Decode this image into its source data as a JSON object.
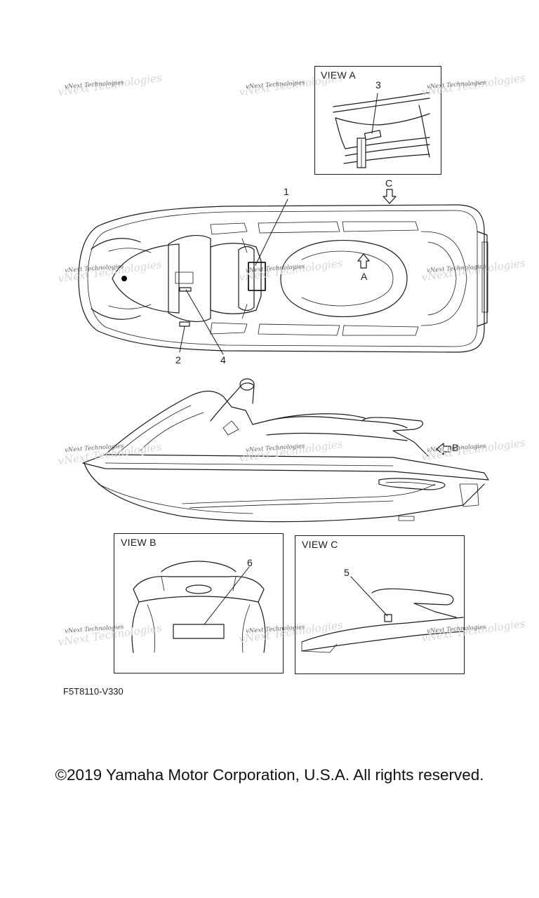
{
  "views": {
    "a": {
      "title": "VIEW A"
    },
    "b": {
      "title": "VIEW B"
    },
    "c": {
      "title": "VIEW C"
    }
  },
  "callouts": {
    "n1": "1",
    "n2": "2",
    "n3": "3",
    "n4": "4",
    "n5": "5",
    "n6": "6",
    "arrow_a": "A",
    "arrow_b": "B",
    "arrow_c": "C"
  },
  "watermark": {
    "text": "vNext Technologies"
  },
  "diagram_code": "F5T8110-V330",
  "copyright": "©2019 Yamaha Motor Corporation, U.S.A. All rights reserved.",
  "colors": {
    "line": "#1a1a1a",
    "background": "#ffffff",
    "watermark": "#4a4a4a"
  }
}
